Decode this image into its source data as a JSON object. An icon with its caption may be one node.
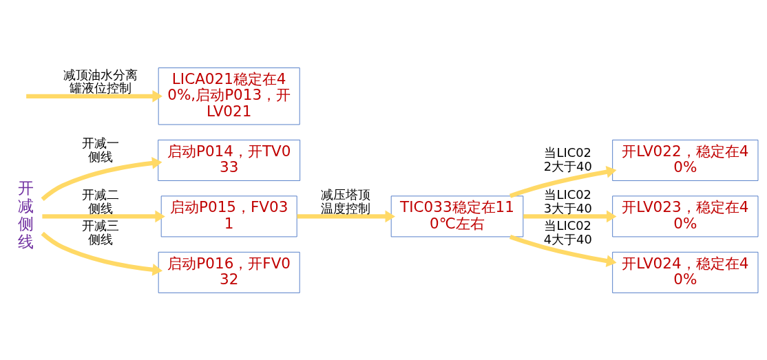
{
  "diagram": {
    "nodes": [
      {
        "text": [
          "开减侧线"
        ]
      },
      {
        "text": [
          "启动P014，开TV033"
        ]
      },
      {
        "text": [
          "启动P015，FV031"
        ]
      },
      {
        "text": [
          "启动P016，开FV032"
        ]
      },
      {
        "text": [
          "TIC033稳定在110℃左右"
        ]
      },
      {
        "text": [
          "开LV022，稳定在40%"
        ]
      },
      {
        "text": [
          "开LV023，稳定在40%"
        ]
      },
      {
        "text": [
          "开LV024，稳定在40%"
        ]
      },
      {
        "text": [
          "LICA021稳定在40%,启动P013，开LV021"
        ]
      }
    ],
    "edges": [
      {
        "from": 0,
        "to": 1,
        "arrow": "to",
        "label": "开减一侧线"
      },
      {
        "from": 0,
        "to": 2,
        "arrow": "to",
        "label": "开减二侧线"
      },
      {
        "from": 0,
        "to": 3,
        "arrow": "to",
        "label": "开减三侧线"
      },
      {
        "from": 2,
        "to": 4,
        "arrow": "to",
        "label": "减压塔顶温度控制"
      },
      {
        "from": 4,
        "to": 5,
        "arrow": "to",
        "label": "当LIC022大于40"
      },
      {
        "from": 4,
        "to": 6,
        "arrow": "to",
        "label": "当LIC023大于40"
      },
      {
        "from": 4,
        "to": 7,
        "arrow": "to",
        "label": "当LIC024大于40"
      },
      {
        "from": null,
        "to": 8,
        "arrow": "to",
        "label": "减顶油水分离罐液位控制"
      }
    ]
  }
}
